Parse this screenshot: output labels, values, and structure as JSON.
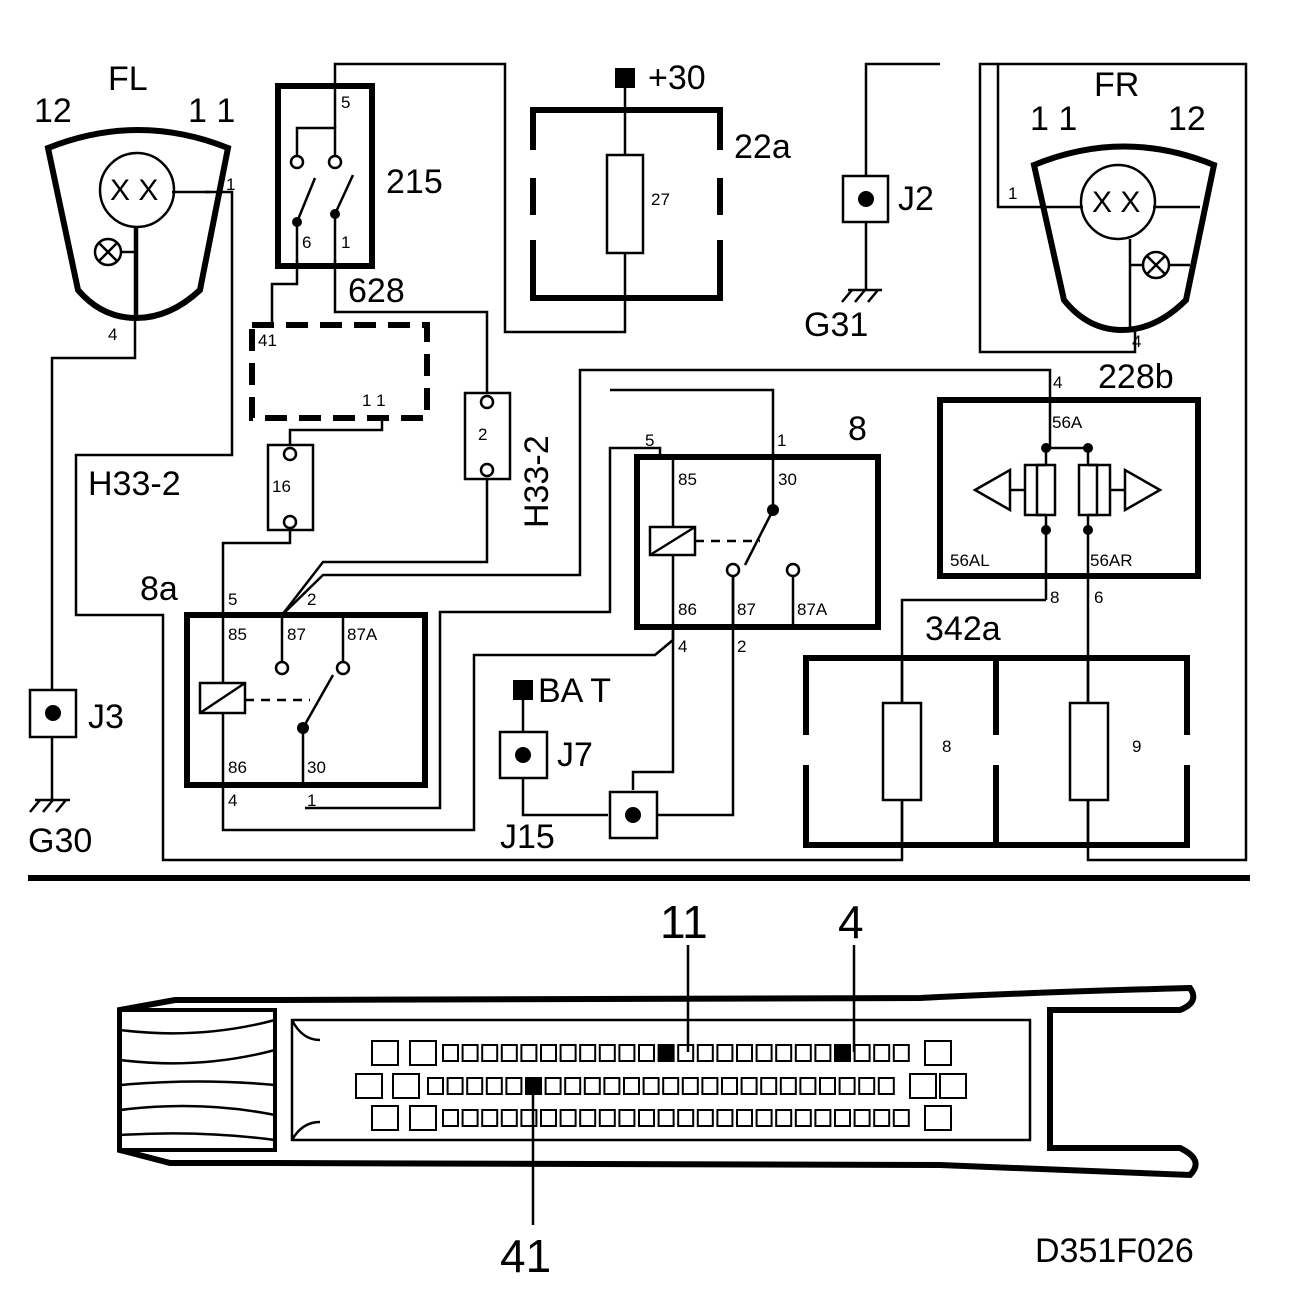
{
  "drawing_id": "D351F026",
  "lamps": {
    "fl": {
      "name": "FL",
      "pin_a": "12",
      "pin_b": "1 1",
      "pin_1": "1",
      "pin_4": "4",
      "bulb": "X X"
    },
    "fr": {
      "name": "FR",
      "pin_a": "1 1",
      "pin_b": "12",
      "pin_1": "1",
      "pin_4": "4",
      "bulb": "X X"
    }
  },
  "switch_215": {
    "name": "215",
    "pin_5": "5",
    "pin_6": "6",
    "pin_1": "1"
  },
  "fuse_22a": {
    "name": "22a",
    "supply": "+30",
    "fuse": "27"
  },
  "ground_j2": {
    "name": "J2",
    "ground": "G31"
  },
  "unit_628": {
    "name": "628",
    "pin_41": "41",
    "pin_11": "1 1"
  },
  "connector_h33_left": {
    "name": "H33-2",
    "pin": "16"
  },
  "connector_h33_right": {
    "name": "H33-2",
    "pin": "2"
  },
  "module_228b": {
    "name": "228b",
    "pin_4": "4",
    "pin_56a": "56A",
    "pin_56al": "56AL",
    "pin_56ar": "56AR",
    "pin_8": "8",
    "pin_6": "6"
  },
  "relay_8": {
    "name": "8",
    "pin_5": "5",
    "pin_1": "1",
    "pin_85": "85",
    "pin_30": "30",
    "pin_86": "86",
    "pin_87": "87",
    "pin_87a": "87A",
    "pin_4": "4",
    "pin_2": "2"
  },
  "relay_8a": {
    "name": "8a",
    "pin_5": "5",
    "pin_2": "2",
    "pin_85": "85",
    "pin_87": "87",
    "pin_87a": "87A",
    "pin_86": "86",
    "pin_30": "30",
    "pin_4": "4",
    "pin_1": "1"
  },
  "fuse_342a": {
    "name": "342a",
    "fuse_left": "8",
    "fuse_right": "9"
  },
  "ground_j3": {
    "name": "J3",
    "ground": "G30"
  },
  "battery": {
    "label": "BA   T",
    "j7": "J7",
    "j15": "J15"
  },
  "connector": {
    "pin_11": "11",
    "pin_4": "4",
    "pin_41": "41"
  }
}
